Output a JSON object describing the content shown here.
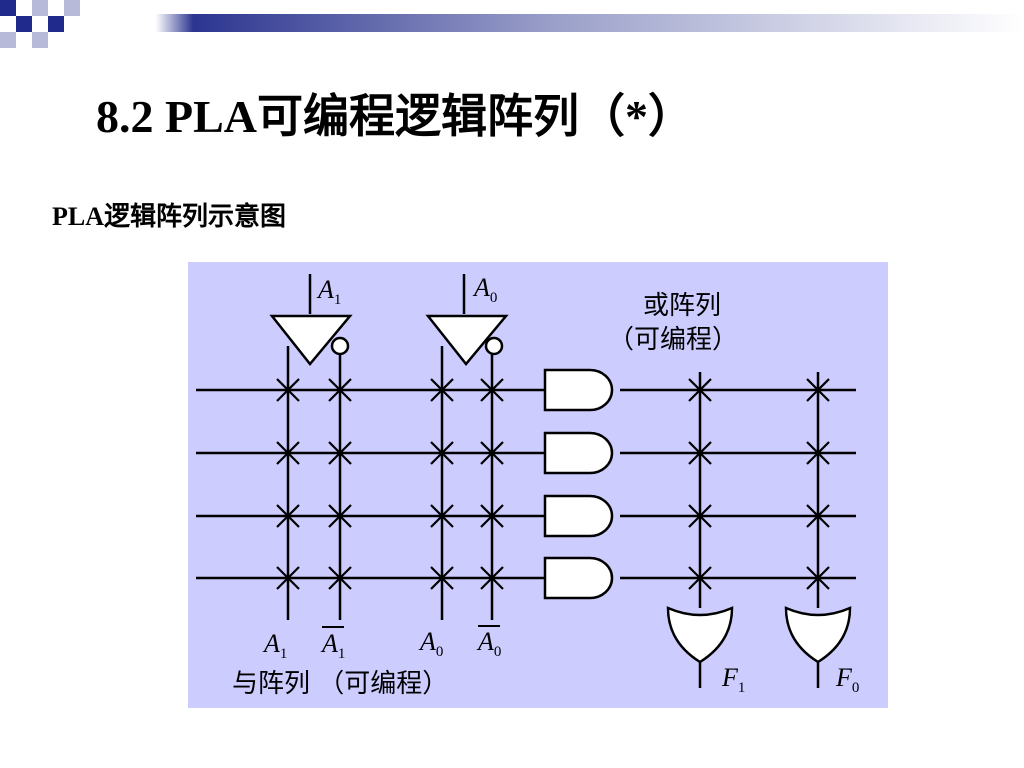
{
  "header": {
    "title": "8.2   PLA可编程逻辑阵列（*）",
    "subtitle": "PLA逻辑阵列示意图"
  },
  "diagram": {
    "inputs": [
      {
        "letter": "A",
        "index": "1"
      },
      {
        "letter": "A",
        "index": "0"
      }
    ],
    "bottom_labels": [
      {
        "letter": "A",
        "index": "1",
        "negated": false
      },
      {
        "letter": "A",
        "index": "1",
        "negated": true
      },
      {
        "letter": "A",
        "index": "0",
        "negated": false
      },
      {
        "letter": "A",
        "index": "0",
        "negated": true
      }
    ],
    "outputs": [
      {
        "letter": "F",
        "index": "1"
      },
      {
        "letter": "F",
        "index": "0"
      }
    ],
    "or_array_label": "或阵列",
    "or_array_note": "（可编程）",
    "and_array_label": "与阵列 （可编程）"
  },
  "colors": {
    "diagram_background": "#ccccff",
    "band_dark": "#1f2a8c",
    "band_light": "#ffffff"
  }
}
